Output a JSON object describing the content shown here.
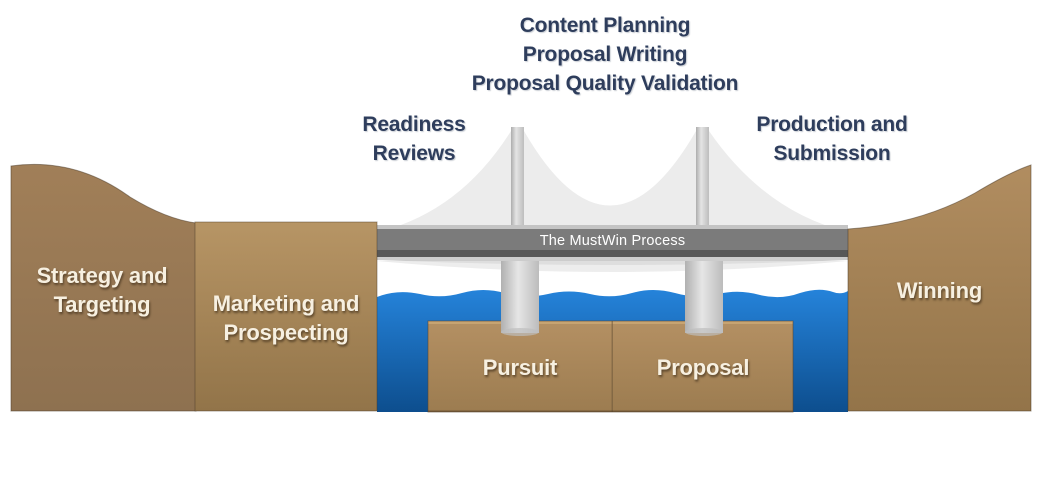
{
  "diagram": {
    "bridge_label": "The MustWin Process",
    "top_phases": "Content Planning\nProposal Writing\nProposal Quality Validation",
    "left_phase": "Readiness\nReviews",
    "right_phase": "Production and\nSubmission",
    "stages": {
      "strategy": "Strategy and\nTargeting",
      "marketing": "Marketing and\nProspecting",
      "pursuit": "Pursuit",
      "proposal": "Proposal",
      "winning": "Winning"
    },
    "colors": {
      "label_navy": "#2e3d5c",
      "stage_text_cream": "#f7f0e1",
      "bank_brown": "#9a7a55",
      "block_brown_light": "#b08c60",
      "water_top_blue": "#2583da",
      "water_deep_blue": "#0d4e8e",
      "deck_gray": "#7b7b7b",
      "deck_dark_gray": "#575757",
      "tower_gray": "#c9c9c9",
      "cable_web_gray": "#ececec"
    }
  }
}
